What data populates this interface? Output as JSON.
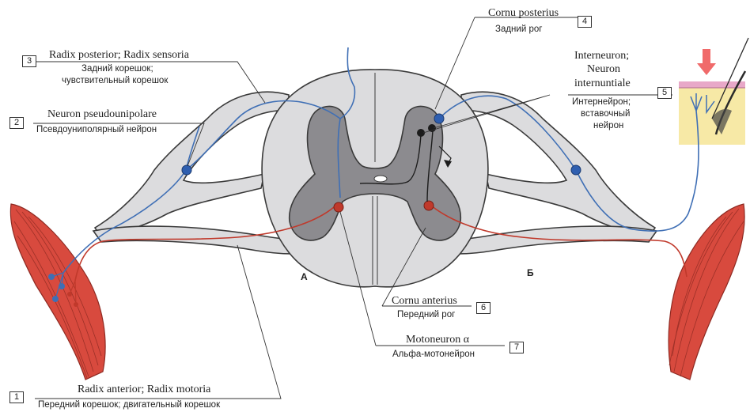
{
  "labels": {
    "l1": {
      "num": "1",
      "latin": "Radix anterior; Radix motoria",
      "russian": "Передний корешок; двигательный корешок"
    },
    "l2": {
      "num": "2",
      "latin": "Neuron pseudounipolare",
      "russian": "Псевдоуниполярный нейрон"
    },
    "l3": {
      "num": "3",
      "latin": "Radix posterior; Radix sensoria",
      "russian_1": "Задний корешок;",
      "russian_2": "чувствительный корешок"
    },
    "l4": {
      "num": "4",
      "latin": "Cornu posterius",
      "russian": "Задний рог"
    },
    "l5": {
      "num": "5",
      "latin_1": "Interneuron;",
      "latin_2": "Neuron",
      "latin_3": "internuntiale",
      "russian_1": "Интернейрон;",
      "russian_2": "вставочный",
      "russian_3": "нейрон"
    },
    "l6": {
      "num": "6",
      "latin": "Cornu anterius",
      "russian": "Передний рог"
    },
    "l7": {
      "num": "7",
      "latin": "Motoneuron α",
      "russian": "Альфа-мотонейрон"
    }
  },
  "sides": {
    "left": "А",
    "right": "Б"
  },
  "colors": {
    "white_matter": "#dcdcde",
    "white_matter_outline": "#3a3a3a",
    "grey_matter": "#8c8b8f",
    "sensory_fiber": "#3f6fb5",
    "motor_fiber": "#c0392b",
    "muscle": "#d84a3e",
    "skin": "#f7e9a6",
    "interneuron": "#1c1c1c"
  }
}
